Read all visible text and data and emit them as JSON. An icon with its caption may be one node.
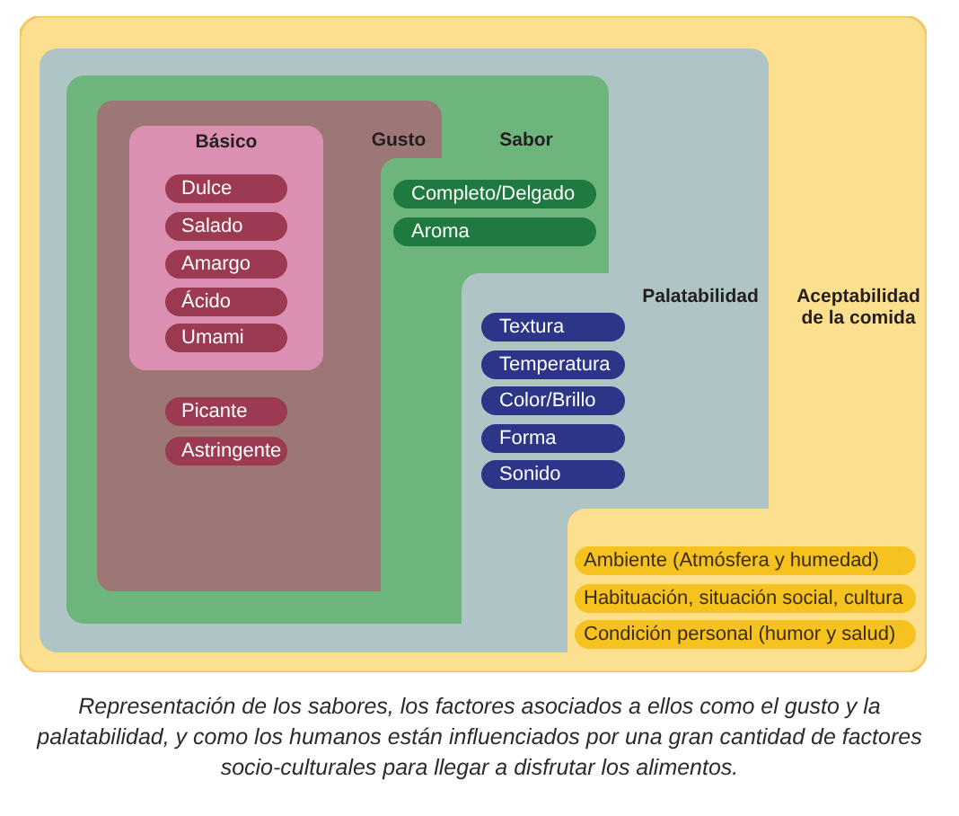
{
  "diagram": {
    "caption": "Representación de los sabores, los factores asociados a ellos como el gusto y la palatabilidad, y como los humanos están influenciados por una gran cantidad de factores socio-culturales para llegar a disfrutar los alimentos.",
    "nodes": [
      {
        "text": [
          "Aceptabilidad de la comida"
        ]
      },
      {
        "text": [
          "Palatabilidad"
        ],
        "in": 0
      },
      {
        "text": [
          "Sabor"
        ],
        "in": 1
      },
      {
        "text": [
          "Gusto"
        ],
        "in": 2
      },
      {
        "text": [
          "Básico"
        ],
        "in": 3
      },
      {
        "text": [
          "Dulce"
        ],
        "in": 4
      },
      {
        "text": [
          "Salado"
        ],
        "in": 4
      },
      {
        "text": [
          "Amargo"
        ],
        "in": 4
      },
      {
        "text": [
          "Ácido"
        ],
        "in": 4
      },
      {
        "text": [
          "Umami"
        ],
        "in": 4
      },
      {
        "text": [
          "Picante"
        ],
        "in": 3
      },
      {
        "text": [
          "Astringente"
        ],
        "in": 3
      },
      {
        "text": [
          "Completo/Delgado"
        ],
        "in": 2
      },
      {
        "text": [
          "Aroma"
        ],
        "in": 2
      },
      {
        "text": [
          "Textura"
        ],
        "in": 1
      },
      {
        "text": [
          "Temperatura"
        ],
        "in": 1
      },
      {
        "text": [
          "Color/Brillo"
        ],
        "in": 1
      },
      {
        "text": [
          "Forma"
        ],
        "in": 1
      },
      {
        "text": [
          "Sonido"
        ],
        "in": 1
      },
      {
        "text": [
          "Ambiente (Atmósfera y humedad)"
        ],
        "in": 0
      },
      {
        "text": [
          "Habituación, situación social, cultura"
        ],
        "in": 0
      },
      {
        "text": [
          "Condición personal (humor y salud)"
        ],
        "in": 0
      }
    ]
  }
}
